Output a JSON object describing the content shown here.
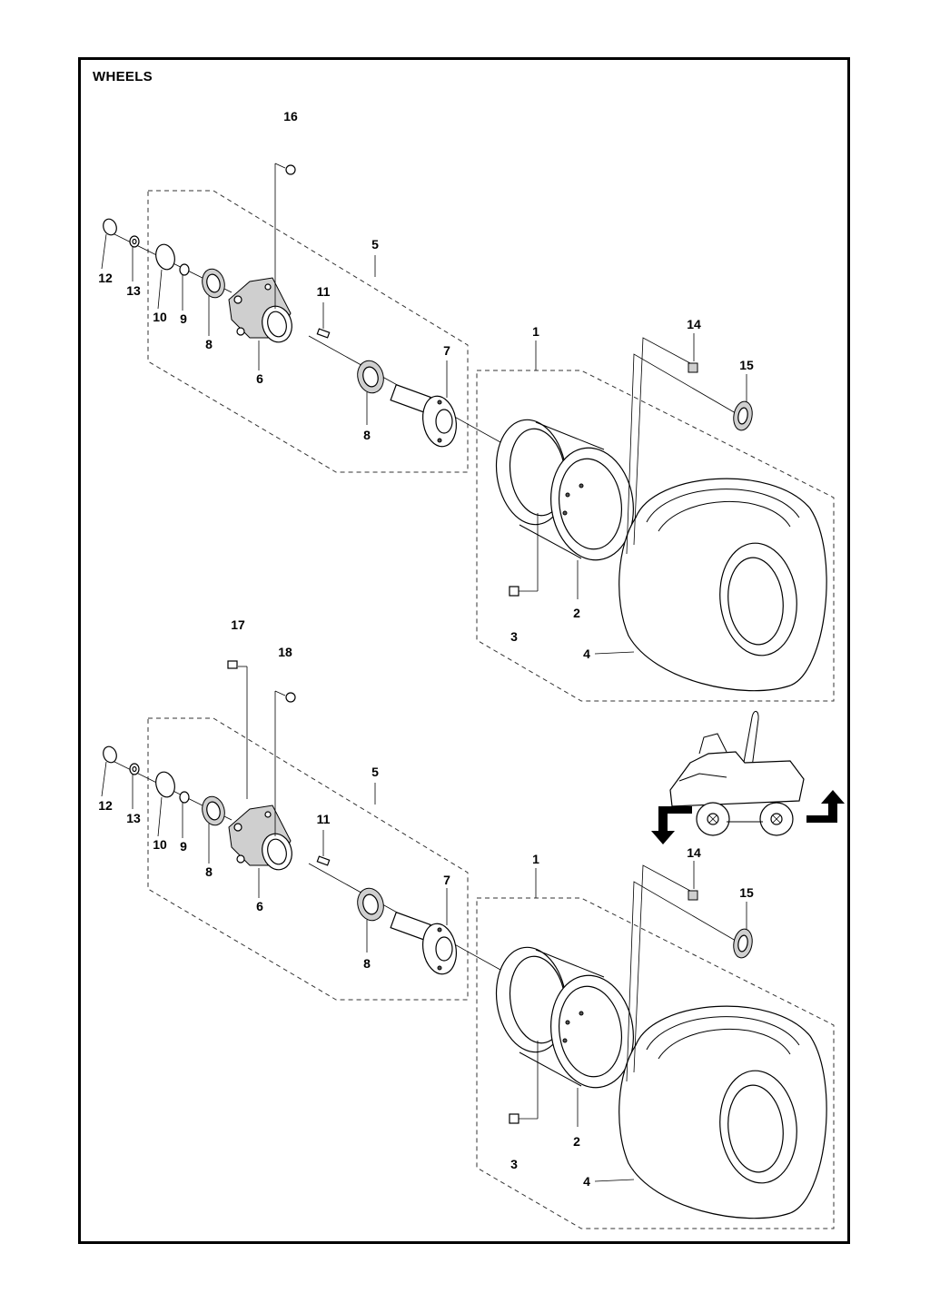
{
  "title": "WHEELS",
  "callouts": {
    "top": {
      "c1": "1",
      "c2": "2",
      "c3": "3",
      "c4": "4",
      "c5": "5",
      "c6": "6",
      "c7": "7",
      "c8a": "8",
      "c8b": "8",
      "c9": "9",
      "c10": "10",
      "c11": "11",
      "c12": "12",
      "c13": "13",
      "c14": "14",
      "c15": "15",
      "c16": "16"
    },
    "bottom": {
      "c1": "1",
      "c2": "2",
      "c3": "3",
      "c4": "4",
      "c5": "5",
      "c6": "6",
      "c7": "7",
      "c8a": "8",
      "c8b": "8",
      "c9": "9",
      "c10": "10",
      "c11": "11",
      "c12": "12",
      "c13": "13",
      "c14": "14",
      "c15": "15",
      "c17": "17",
      "c18": "18"
    }
  },
  "locator_icon": "mower-side-view-icon"
}
